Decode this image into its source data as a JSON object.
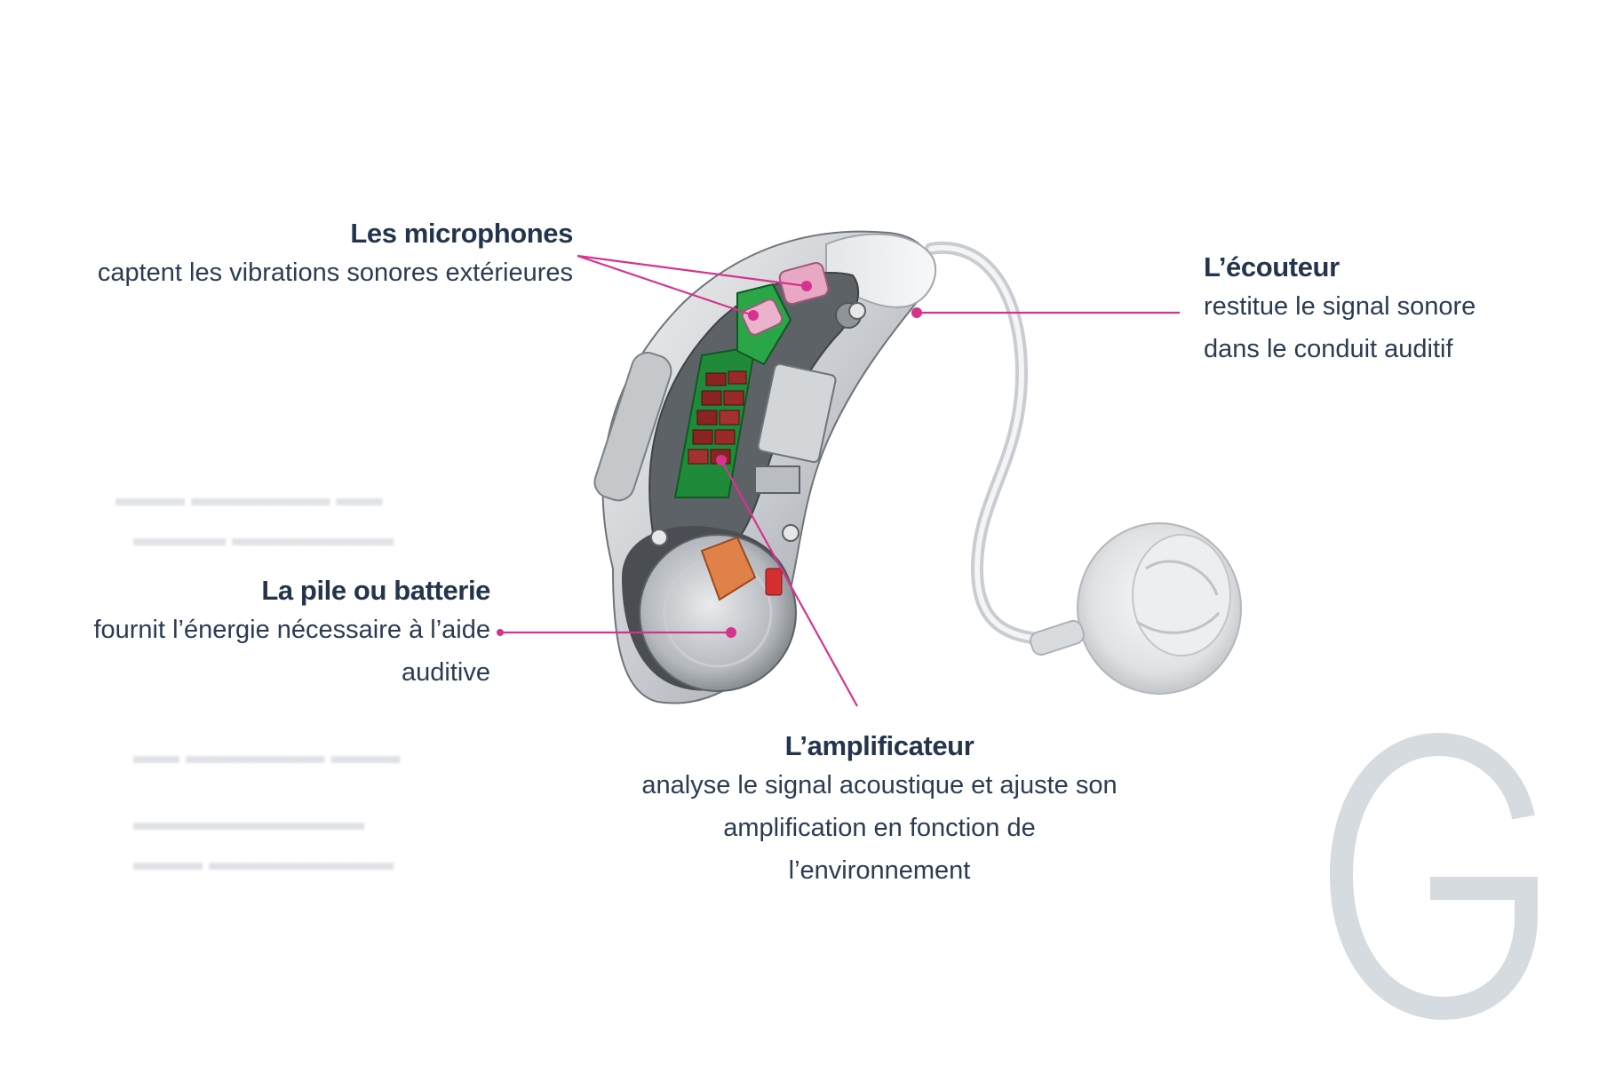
{
  "labels": {
    "microphones": {
      "title": "Les microphones",
      "lines": [
        "captent les vibrations sonores extérieures"
      ]
    },
    "ecouteur": {
      "title": "L’écouteur",
      "lines": [
        "restitue le signal sonore",
        "dans le conduit auditif"
      ]
    },
    "pile": {
      "title": "La pile ou batterie",
      "lines": [
        "fournit l’énergie nécessaire à l’aide",
        "auditive"
      ]
    },
    "amplificateur": {
      "title": "L’amplificateur",
      "lines": [
        "analyse le signal acoustique et ajuste son",
        "amplification en fonction de",
        "l’environnement"
      ]
    }
  },
  "colors": {
    "title_text": "#23354d",
    "leader_line": "#d6338f",
    "logo": "#d6dbe0",
    "device_shell": "#d8dadc",
    "circuit_board": "#1f8a3a",
    "circuit_chips": "#8b2323",
    "microphone": "#e8a8c4",
    "battery": "#b8bcc0",
    "connector": "#e0814a"
  },
  "icons": {
    "device": "hearing-aid-cutaway-illustration",
    "logo": "letter-g-logo"
  }
}
